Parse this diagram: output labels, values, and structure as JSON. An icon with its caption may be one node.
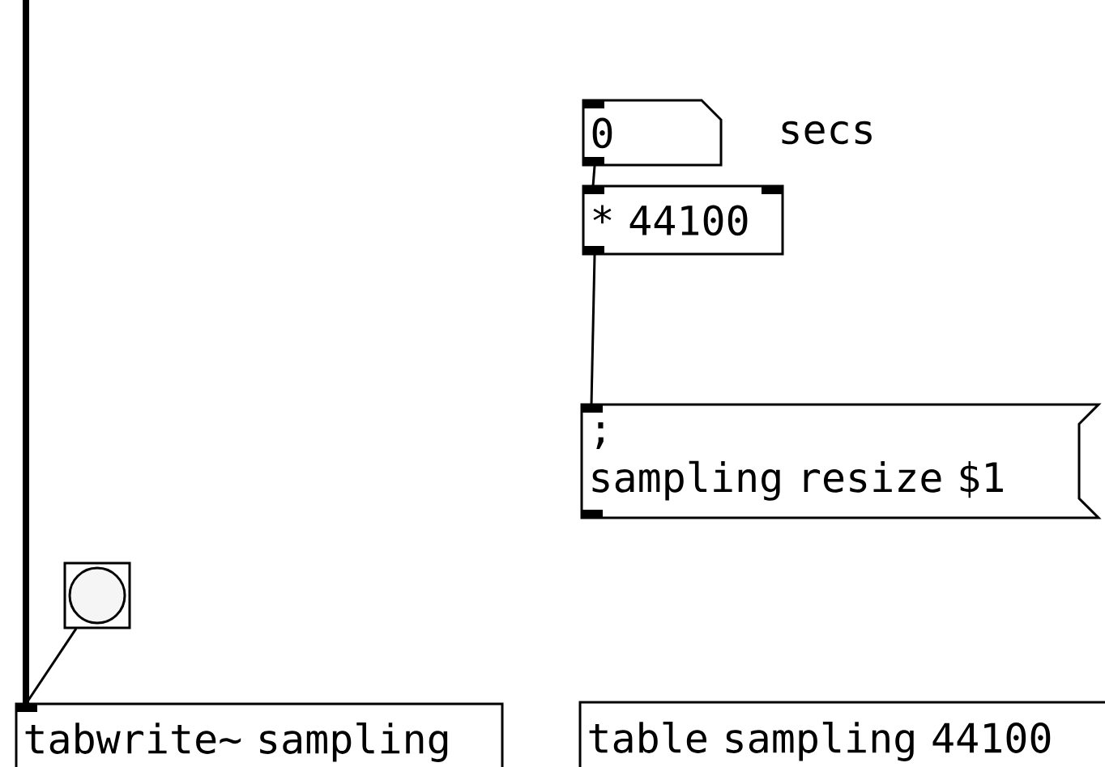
{
  "diagram": {
    "nodes": [
      {
        "text": [
          "0"
        ]
      },
      {
        "text": [
          "* 44100"
        ]
      },
      {
        "text": [
          ";",
          "sampling resize $1"
        ]
      },
      {
        "text": [],
        "shape": "box"
      },
      {
        "text": [
          "tabwrite~ sampling"
        ]
      },
      {
        "text": [
          "table sampling 44100"
        ]
      }
    ],
    "edges": [
      {
        "from": 0,
        "to": 1,
        "arrow": "none"
      },
      {
        "from": 1,
        "to": 2,
        "arrow": "none"
      },
      {
        "from": null,
        "to": 4,
        "arrow": "none",
        "style": "thick"
      },
      {
        "from": 3,
        "to": 4,
        "arrow": "none"
      }
    ],
    "labels": [
      "secs"
    ]
  }
}
